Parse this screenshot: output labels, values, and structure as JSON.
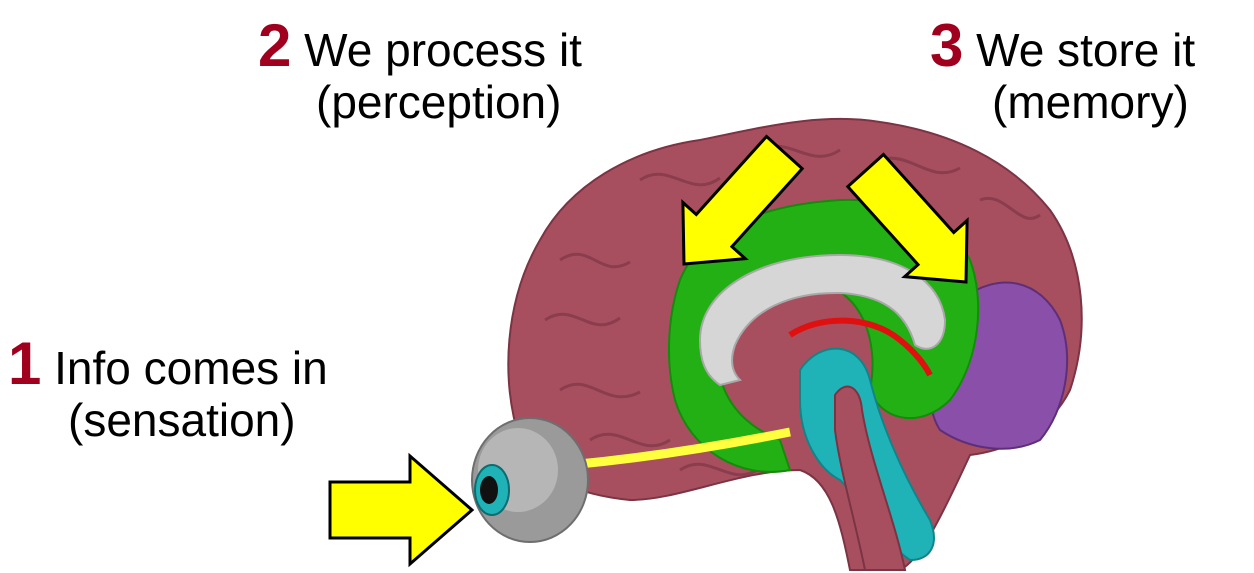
{
  "steps": [
    {
      "number": "1",
      "line1": "Info comes in",
      "line2": "(sensation)"
    },
    {
      "number": "2",
      "line1": "We process it",
      "line2": "(perception)"
    },
    {
      "number": "3",
      "line1": "We store it",
      "line2": "(memory)"
    }
  ],
  "colors": {
    "number": "#a0001e",
    "arrow_fill": "#ffff00",
    "cortex": "#a84f5f",
    "limbic": "#22b014",
    "corpus_callosum": "#d6d6d6",
    "occipital": "#8a4fa8",
    "brainstem": "#1fb3b8",
    "fornix": "#e01010",
    "eye": "#9a9a9a",
    "optic_nerve": "#ffff40"
  },
  "icons": [
    "brain-illustration",
    "eye-illustration",
    "yellow-arrow"
  ]
}
